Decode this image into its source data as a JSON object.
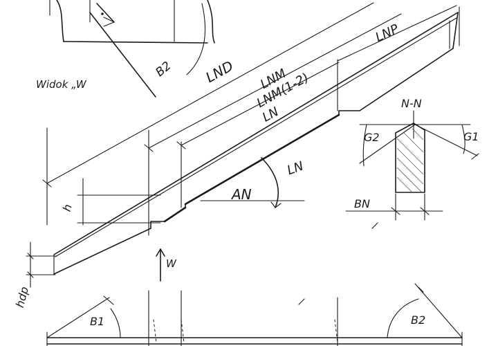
{
  "labels": {
    "view_title": "Widok „W",
    "b2_top": "B2",
    "lnd": "LND",
    "lnm": "LNM",
    "lnm12": "LNM(1-2)",
    "lnp": "LNP",
    "ln_upper": "LN",
    "ln_lower": "LN",
    "an": "AN",
    "h": "h",
    "hdp": "hdp",
    "w_arrow": "W",
    "b1": "B1",
    "b2_bottom": "B2",
    "section": "N-N",
    "g1": "G1",
    "g2": "G2",
    "bn": "BN"
  }
}
